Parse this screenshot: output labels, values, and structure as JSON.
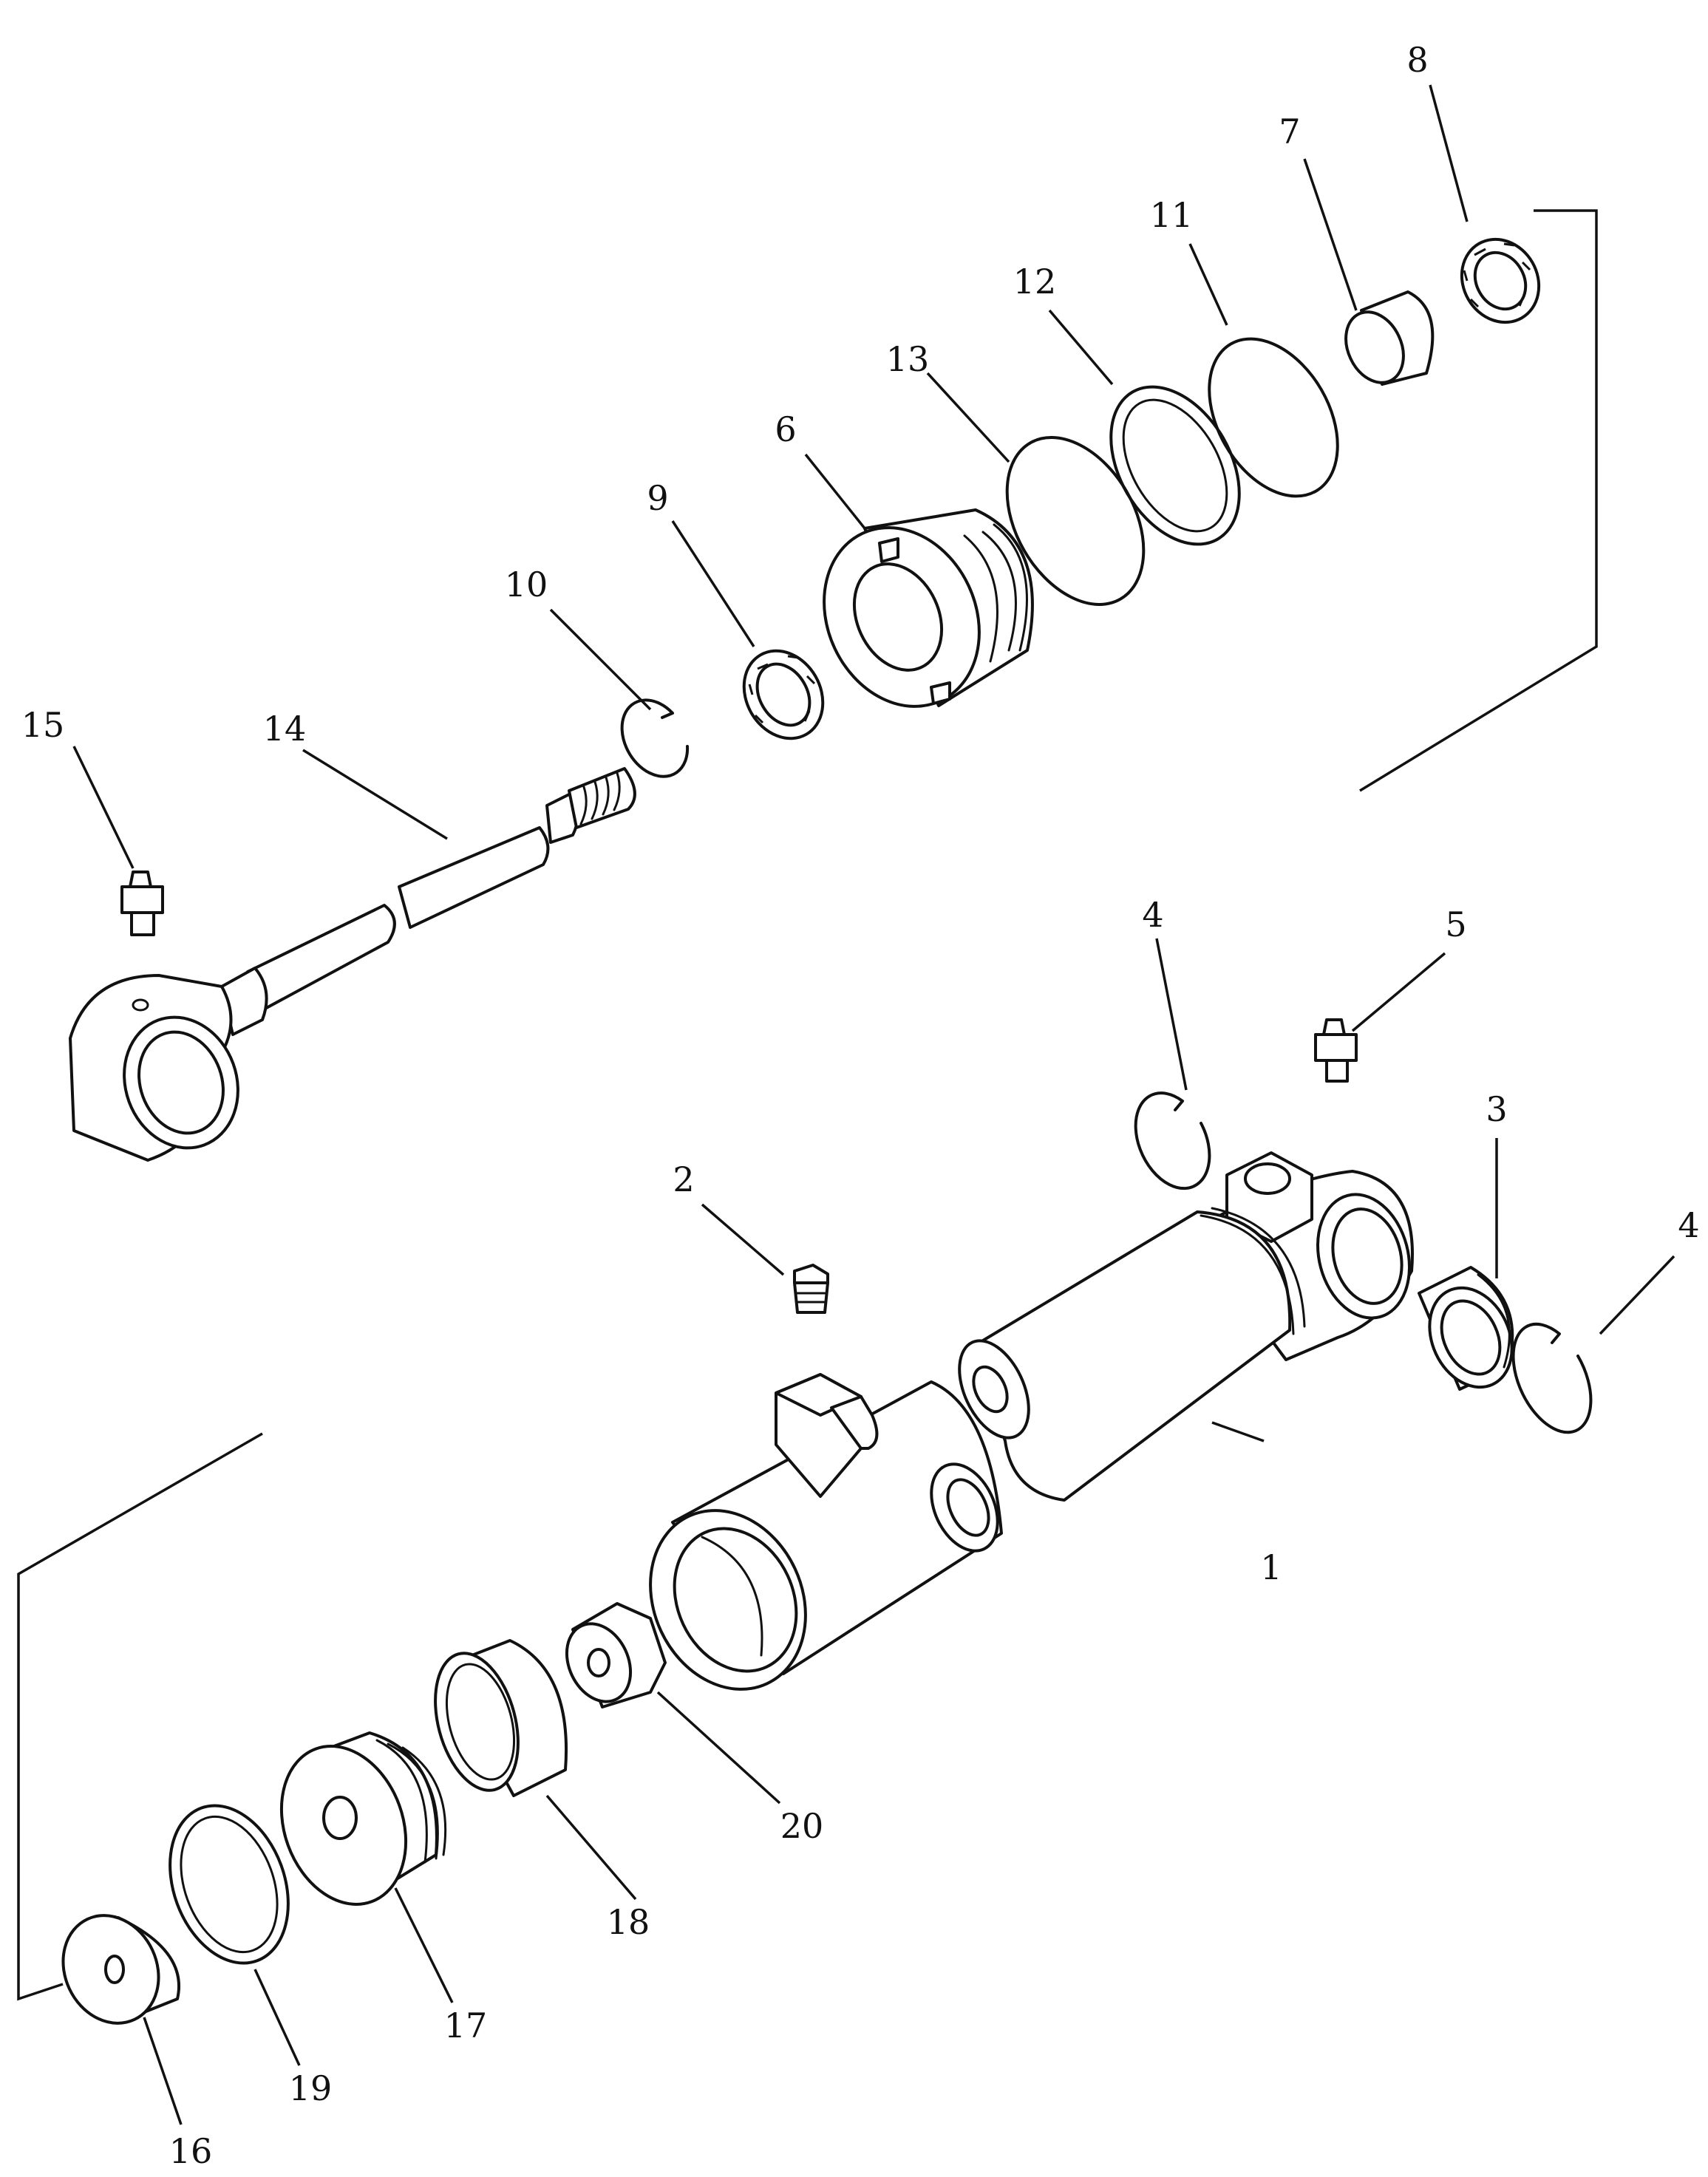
{
  "diagram": {
    "callouts": [
      {
        "id": "1",
        "text": "1"
      },
      {
        "id": "2",
        "text": "2"
      },
      {
        "id": "3",
        "text": "3"
      },
      {
        "id": "4a",
        "text": "4"
      },
      {
        "id": "4b",
        "text": "4"
      },
      {
        "id": "5",
        "text": "5"
      },
      {
        "id": "6",
        "text": "6"
      },
      {
        "id": "7",
        "text": "7"
      },
      {
        "id": "8",
        "text": "8"
      },
      {
        "id": "9",
        "text": "9"
      },
      {
        "id": "10",
        "text": "10"
      },
      {
        "id": "11",
        "text": "11"
      },
      {
        "id": "12",
        "text": "12"
      },
      {
        "id": "13",
        "text": "13"
      },
      {
        "id": "14",
        "text": "14"
      },
      {
        "id": "15",
        "text": "15"
      },
      {
        "id": "16",
        "text": "16"
      },
      {
        "id": "17",
        "text": "17"
      },
      {
        "id": "18",
        "text": "18"
      },
      {
        "id": "19",
        "text": "19"
      },
      {
        "id": "20",
        "text": "20"
      }
    ]
  }
}
